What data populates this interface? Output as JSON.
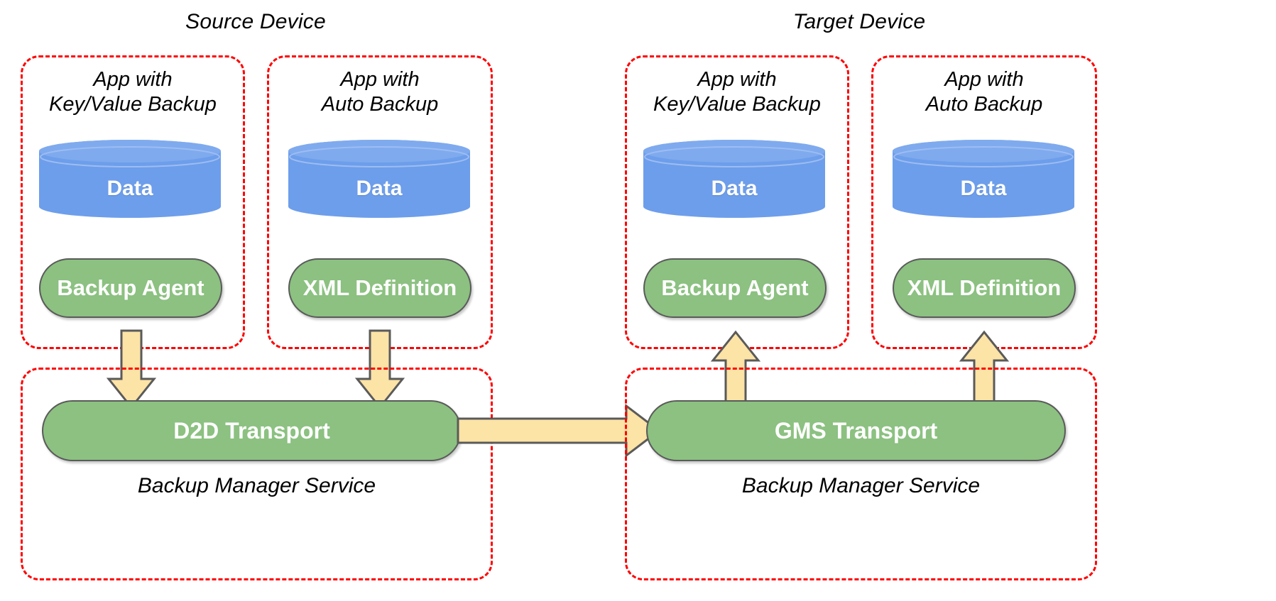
{
  "diagram": {
    "title_source": "Source Device",
    "title_target": "Target Device",
    "colors": {
      "dashed_border": "#ff0000",
      "cylinder_fill": "#6D9EEB",
      "cylinder_top": "#7FAAEE",
      "pill_fill": "#8CC181",
      "pill_border": "#5A5A5A",
      "arrow_fill": "#FCE3A6",
      "arrow_border": "#5A5A5A",
      "text_light": "#ffffff",
      "text_dark": "#000000",
      "background": "#ffffff"
    }
  },
  "source_device": {
    "label": "Source Device",
    "apps": [
      {
        "title_line1": "App with",
        "title_line2": "Key/Value Backup",
        "data_label": "Data",
        "component_label": "Backup Agent"
      },
      {
        "title_line1": "App with",
        "title_line2": "Auto Backup",
        "data_label": "Data",
        "component_label": "XML Definition"
      }
    ],
    "service": {
      "transport_label": "D2D Transport",
      "caption": "Backup Manager Service"
    }
  },
  "target_device": {
    "label": "Target Device",
    "apps": [
      {
        "title_line1": "App with",
        "title_line2": "Key/Value Backup",
        "data_label": "Data",
        "component_label": "Backup Agent"
      },
      {
        "title_line1": "App with",
        "title_line2": "Auto Backup",
        "data_label": "Data",
        "component_label": "XML Definition"
      }
    ],
    "service": {
      "transport_label": "GMS Transport",
      "caption": "Backup Manager Service"
    }
  },
  "flows": [
    {
      "name": "backup-agent-to-d2d",
      "direction": "down"
    },
    {
      "name": "xml-definition-to-d2d",
      "direction": "down"
    },
    {
      "name": "d2d-to-gms",
      "direction": "right"
    },
    {
      "name": "gms-to-backup-agent",
      "direction": "up"
    },
    {
      "name": "gms-to-xml-definition",
      "direction": "up"
    }
  ]
}
